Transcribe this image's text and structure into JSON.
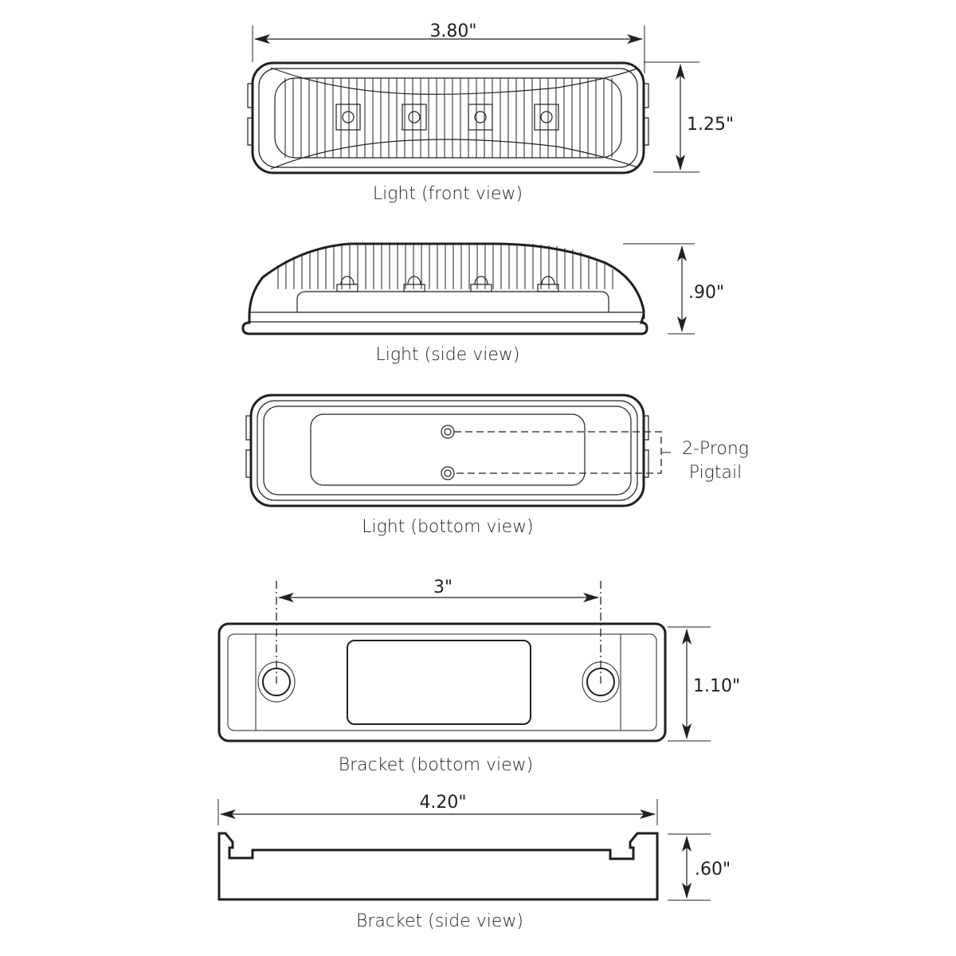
{
  "diagram": {
    "colors": {
      "line": "#231f20",
      "background": "#ffffff"
    },
    "views": [
      {
        "id": "light-front",
        "caption": "Light (front view)",
        "dimensions": {
          "width": "3.80\"",
          "height": "1.25\""
        },
        "led_count": 4
      },
      {
        "id": "light-side",
        "caption": "Light (side view)",
        "dimensions": {
          "height": ".90\""
        },
        "led_count": 4
      },
      {
        "id": "light-bottom",
        "caption": "Light (bottom view)",
        "callout": {
          "line1": "2-Prong",
          "line2": "Pigtail"
        }
      },
      {
        "id": "bracket-bottom",
        "caption": "Bracket (bottom view)",
        "dimensions": {
          "hole_spacing": "3\"",
          "height": "1.10\""
        }
      },
      {
        "id": "bracket-side",
        "caption": "Bracket (side view)",
        "dimensions": {
          "width": "4.20\"",
          "height": ".60\""
        }
      }
    ]
  }
}
